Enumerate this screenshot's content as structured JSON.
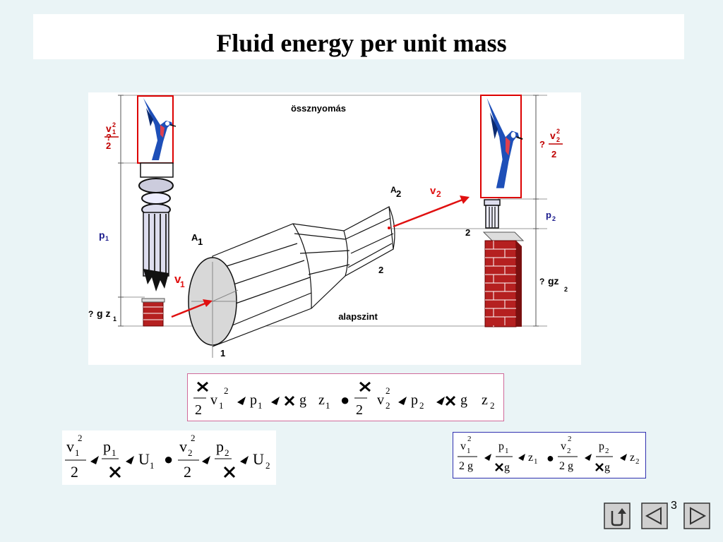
{
  "title": "Fluid energy per unit mass",
  "diagram": {
    "total_pressure_label": "össznyomás",
    "base_level_label": "alapszint",
    "left": {
      "velocity_head": {
        "symbol": "?",
        "num": "v",
        "num_sub": "1",
        "num_sup": "2",
        "den": "2"
      },
      "pressure": {
        "base": "p",
        "sub": "1"
      },
      "elevation": {
        "symbol": "?",
        "text": "g z",
        "sub": "1"
      },
      "area": {
        "base": "A",
        "sub": "1"
      },
      "velocity": {
        "base": "v",
        "sub": "1"
      },
      "section": "1"
    },
    "right": {
      "velocity_head": {
        "symbol": "?",
        "num": "v",
        "num_sub": "2",
        "num_sup": "2",
        "den": "2"
      },
      "pressure": {
        "base": "p",
        "sub": "2"
      },
      "elevation": {
        "symbol": "?",
        "text": "gz",
        "sub": "2"
      },
      "area": {
        "base": "A",
        "sub": "2"
      },
      "velocity": {
        "base": "v",
        "sub": "2"
      },
      "section_top": "2",
      "section_bottom": "2"
    }
  },
  "equations": {
    "main": {
      "v1": "v",
      "v1_sub": "1",
      "v1_sup": "2",
      "p1": "p",
      "p1_sub": "1",
      "g1": "g",
      "z1": "z",
      "z1_sub": "1",
      "v2": "v",
      "v2_sub": "2",
      "v2_sup": "2",
      "p2": "p",
      "p2_sub": "2",
      "g2": "g",
      "z2": "z",
      "z2_sub": "2",
      "den": "2",
      "dot": "●"
    },
    "left": {
      "v1": "v",
      "v1_sub": "1",
      "v1_sup": "2",
      "den": "2",
      "p1": "p",
      "p1_sub": "1",
      "U1": "U",
      "U1_sub": "1",
      "v2": "v",
      "v2_sub": "2",
      "v2_sup": "2",
      "p2": "p",
      "p2_sub": "2",
      "U2": "U",
      "U2_sub": "2",
      "dot": "●"
    },
    "right": {
      "v1": "v",
      "v1_sub": "1",
      "v1_sup": "2",
      "den1": "2 g",
      "p1": "p",
      "p1_sub": "1",
      "g1": "g",
      "z1": "z",
      "z1_sub": "1",
      "v2": "v",
      "v2_sub": "2",
      "v2_sup": "2",
      "den2": "2 g",
      "p2": "p",
      "p2_sub": "2",
      "g2": "g",
      "z2": "z",
      "z2_sub": "2",
      "dot": "●"
    }
  },
  "page_number": "3",
  "colors": {
    "background": "#eaf4f6",
    "red_label": "#c00000",
    "blue_label": "#1a1a8c",
    "arrow": "#e01010",
    "brick": "#b52020"
  },
  "icons": [
    "bird-icon",
    "column-icon",
    "brick-chimney-icon",
    "return-icon",
    "previous-arrow-icon",
    "next-arrow-icon"
  ]
}
